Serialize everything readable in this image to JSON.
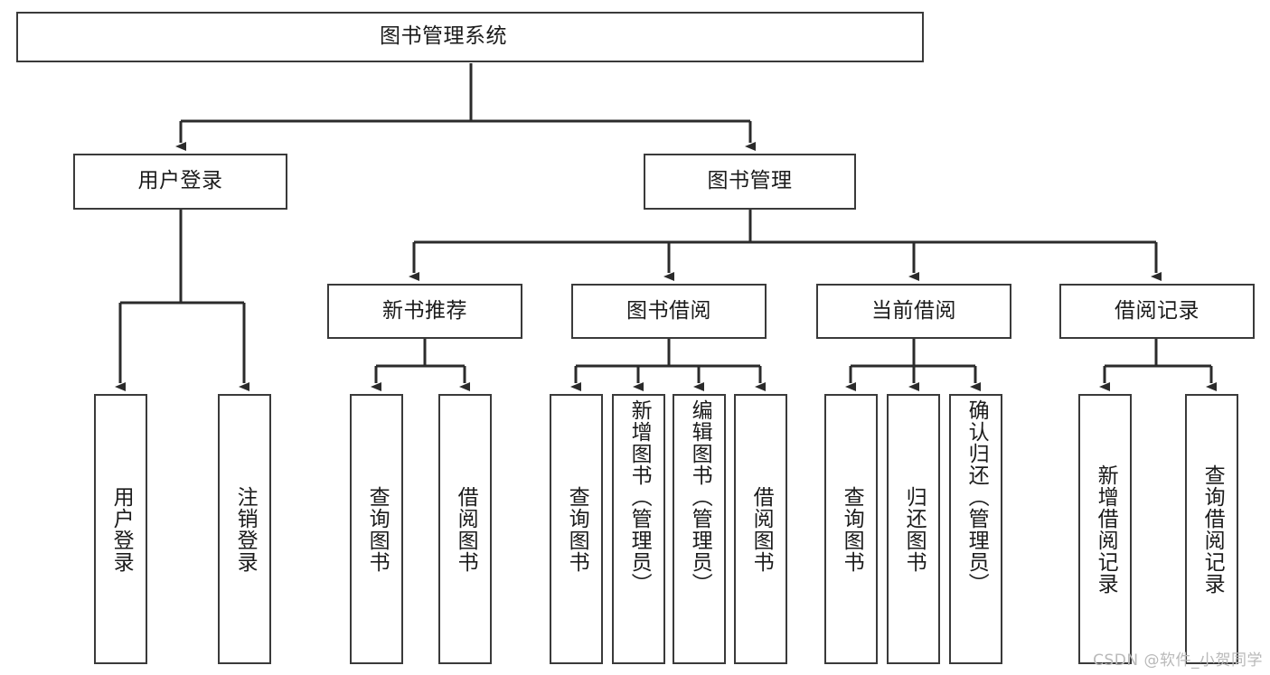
{
  "diagram": {
    "type": "tree",
    "title": "图书管理系统",
    "orientation": "top-down",
    "colors": {
      "background": "#ffffff",
      "box_fill": "#ffffff",
      "box_border": "#3a3a3a",
      "connector": "#2b2b2b",
      "text": "#1b1b1b",
      "watermark": "#b9b9b9"
    },
    "root": {
      "label": "图书管理系统"
    },
    "level2": [
      {
        "label": "用户登录"
      },
      {
        "label": "图书管理"
      }
    ],
    "level3": [
      {
        "label": "新书推荐"
      },
      {
        "label": "图书借阅"
      },
      {
        "label": "当前借阅"
      },
      {
        "label": "借阅记录"
      }
    ],
    "leaves": {
      "user_login": [
        {
          "label": "用户登录"
        },
        {
          "label": "注销登录"
        }
      ],
      "new_book_recommend": [
        {
          "label": "查询图书"
        },
        {
          "label": "借阅图书"
        }
      ],
      "book_borrow": [
        {
          "label": "查询图书"
        },
        {
          "label": "新增图书（管理员）"
        },
        {
          "label": "编辑图书（管理员）"
        },
        {
          "label": "借阅图书"
        }
      ],
      "current_borrow": [
        {
          "label": "查询图书"
        },
        {
          "label": "归还图书"
        },
        {
          "label": "确认归还（管理员）"
        }
      ],
      "borrow_record": [
        {
          "label": "新增借阅记录"
        },
        {
          "label": "查询借阅记录"
        }
      ]
    }
  },
  "watermark": {
    "text": "CSDN @软件_小贺同学"
  }
}
